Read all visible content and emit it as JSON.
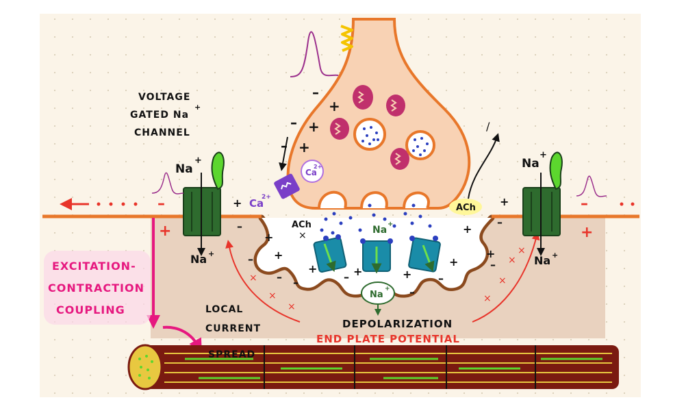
{
  "labels": {
    "voltage_gated_line1": "VOLTAGE",
    "voltage_gated_line2": "GATED Na",
    "voltage_gated_sup": "+",
    "voltage_gated_line3": "CHANNEL",
    "na_top_left": "Na",
    "na_bottom_left": "Na",
    "na_top_right": "Na",
    "na_bottom_right": "Na",
    "na_cleft": "Na",
    "na_inside": "Na",
    "plus_sup": "+",
    "ca_outside": "Ca",
    "ca_inside": "Ca",
    "ca_sup": "2+",
    "ach_left": "ACh",
    "ach_right": "ACh",
    "excitation_line1": "EXCITATION-",
    "excitation_line2": "CONTRACTION",
    "excitation_line3": "COUPLING",
    "local_line1": "LOCAL",
    "local_line2": "CURRENT",
    "local_line3": "SPREAD",
    "depolarization": "DEPOLARIZATION",
    "end_plate": "END PLATE POTENTIAL"
  },
  "colors": {
    "background": "#fbf4e8",
    "terminal_fill": "#f8d2b4",
    "membrane": "#e8772a",
    "muscle_fill": "#e9d2bf",
    "fold_line": "#8b4a1e",
    "channel_green": "#2e6b2e",
    "receptor_teal": "#1a8ca8",
    "receptor_arrow": "#6fe04a",
    "vesicle_dot": "#2b3fbf",
    "mitochondria": "#c0306c",
    "ca_channel": "#7a3fc8",
    "ach_bubble": "#fff79a",
    "ecc_pink": "#e6187f",
    "epp_red": "#e8342a",
    "fiber": "#7a1a10",
    "ap_wave": "#9b2f8c"
  }
}
